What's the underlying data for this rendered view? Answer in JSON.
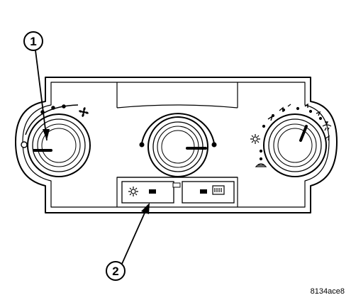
{
  "diagram": {
    "subject": "heater-ac-control-panel",
    "callouts": [
      {
        "id": "callout-1",
        "label": "1"
      },
      {
        "id": "callout-2",
        "label": "2"
      }
    ],
    "figure_id": "8134ace8",
    "icons": {
      "blower_speed": "fan-icon",
      "rear_window": "rear-defrost-icon",
      "front_window": "front-defrost-icon",
      "face_mode": "panel-vent-icon",
      "floor_mode": "floor-vent-icon",
      "recirculation": "sun-icon"
    },
    "colors": {
      "line": "#000000",
      "background": "#ffffff"
    }
  }
}
